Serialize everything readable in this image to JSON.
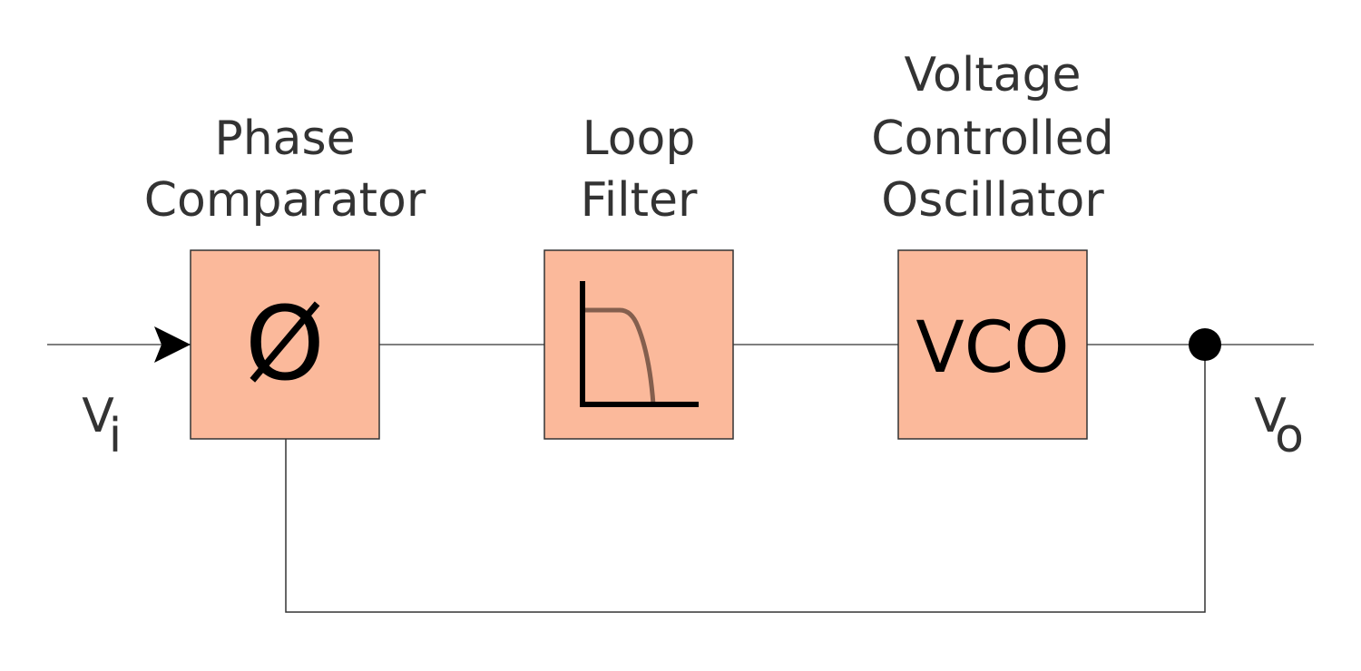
{
  "colors": {
    "block_fill": "#fbb99b",
    "block_stroke": "#333333",
    "line": "#555555",
    "filter_curve": "#845f4e",
    "text": "#333333"
  },
  "blocks": [
    {
      "title_lines": [
        "Phase",
        "Comparator"
      ],
      "symbol": "Ø"
    },
    {
      "title_lines": [
        "Loop",
        "Filter"
      ],
      "symbol": "lowpass-filter-icon"
    },
    {
      "title_lines": [
        "Voltage",
        "Controlled",
        "Oscillator"
      ],
      "symbol": "VCO"
    }
  ],
  "input": {
    "label": "V",
    "sub": "i"
  },
  "output": {
    "label": "V",
    "sub": "o"
  }
}
